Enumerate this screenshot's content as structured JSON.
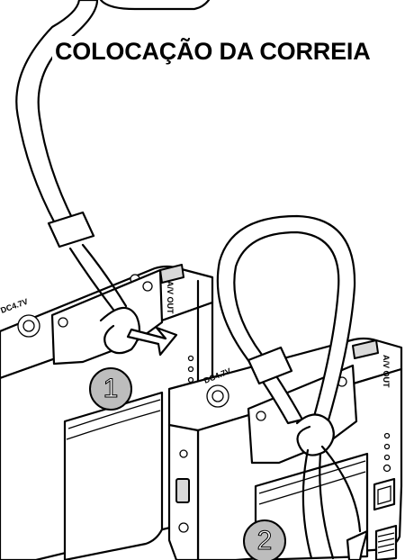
{
  "heading": {
    "title": "COLOCAÇÃO DA CORREIA"
  },
  "steps": [
    {
      "label": "1"
    },
    {
      "label": "2"
    }
  ],
  "camera_labels": {
    "left_port": "DC4.7V",
    "right_port": "DC4.7V",
    "left_av": "A/V OUT",
    "right_av": "A/V OUT"
  }
}
